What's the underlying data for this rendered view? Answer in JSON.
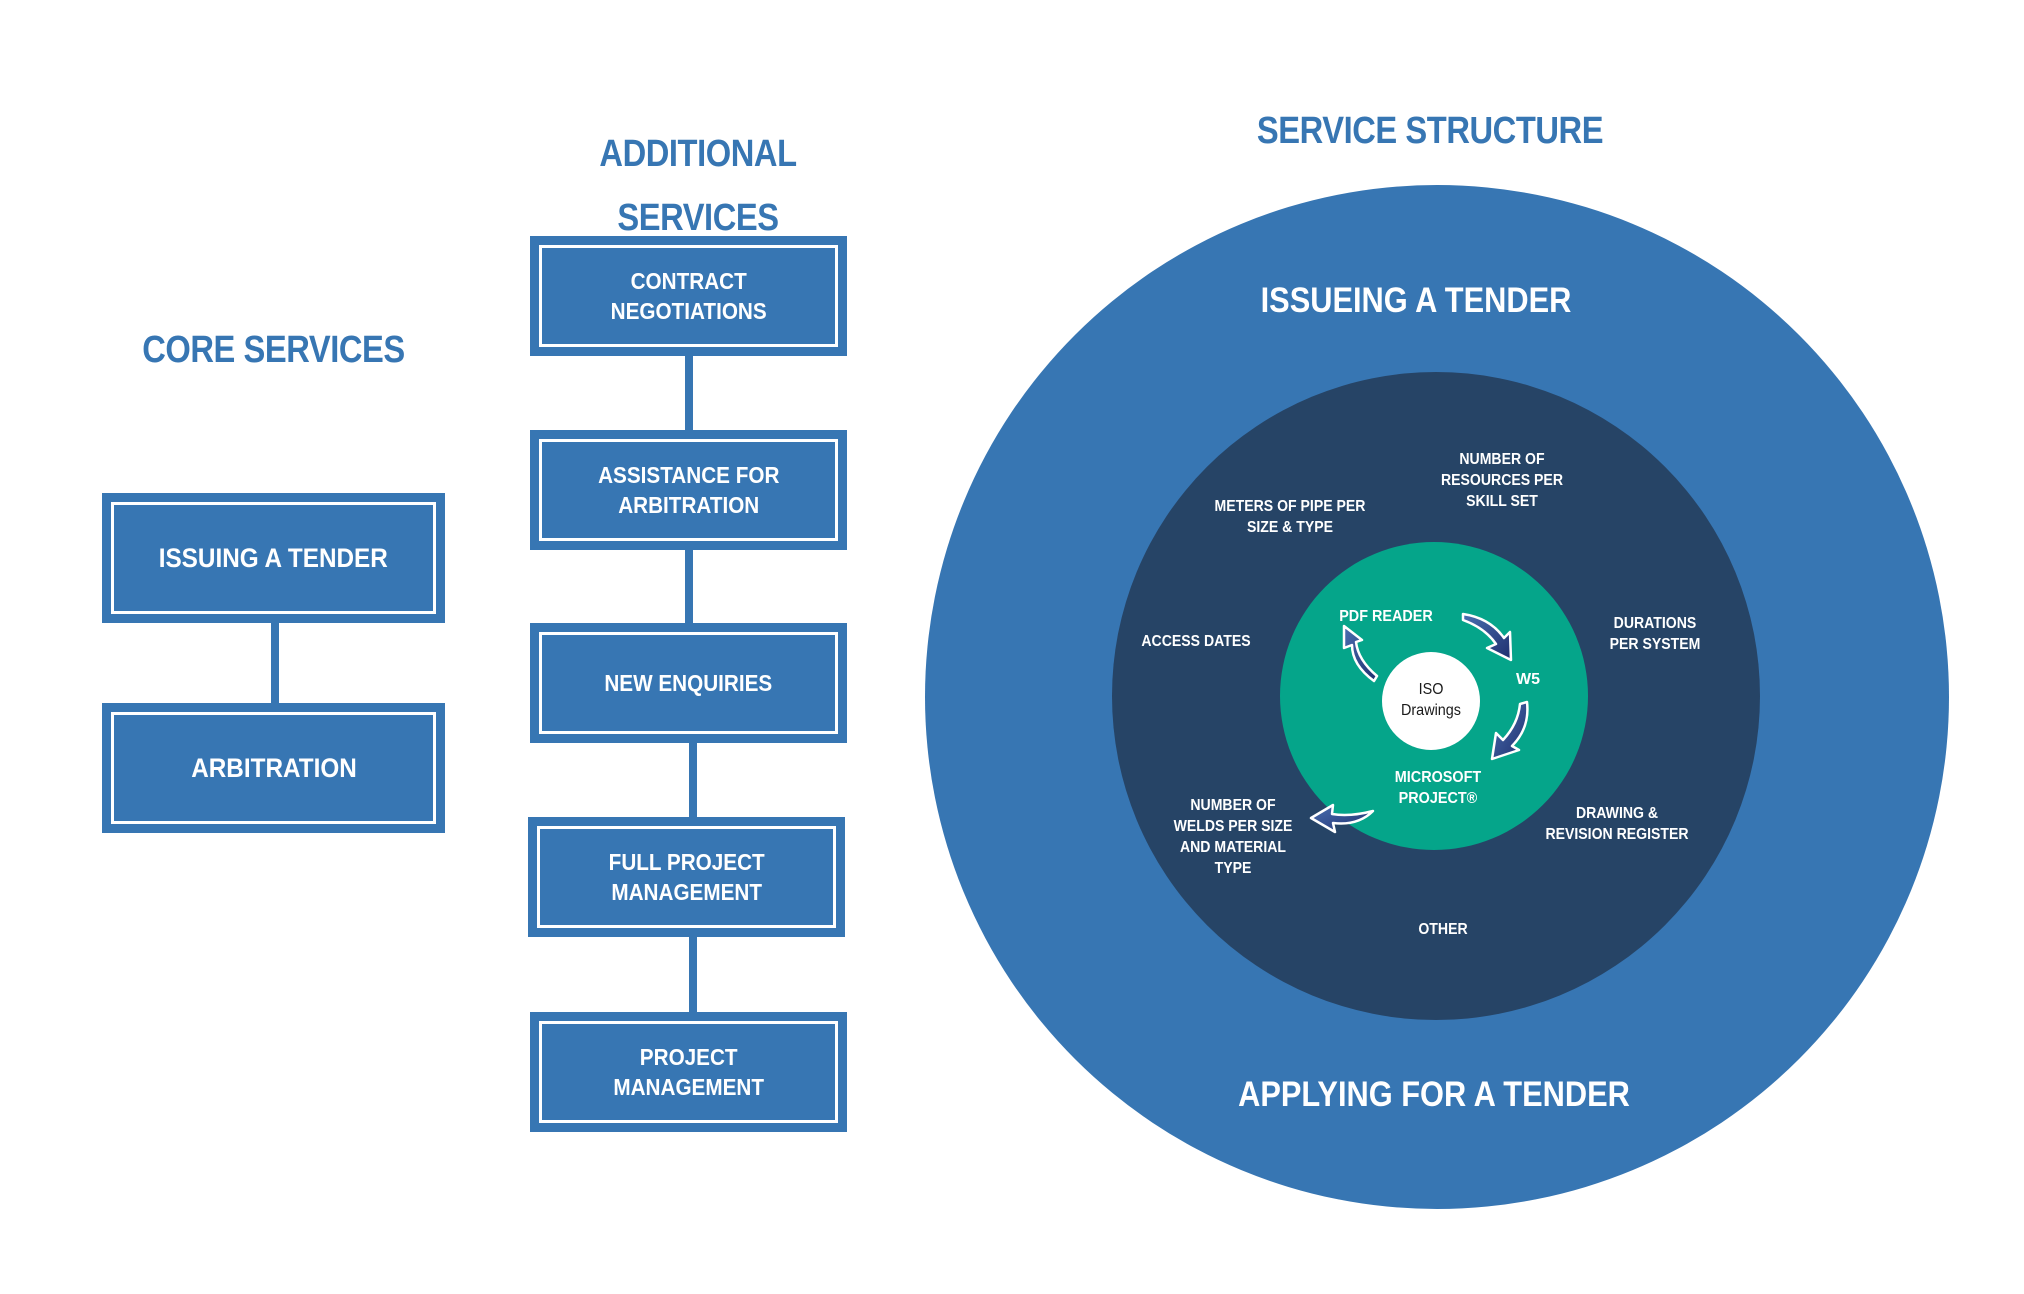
{
  "core_services": {
    "title": "CORE SERVICES",
    "boxes": [
      {
        "label": "ISSUING A TENDER"
      },
      {
        "label": "ARBITRATION"
      }
    ]
  },
  "additional_services": {
    "title_line1": "ADDITIONAL",
    "title_line2": "SERVICES",
    "boxes": [
      {
        "label": "CONTRACT\nNEGOTIATIONS"
      },
      {
        "label": "ASSISTANCE FOR\nARBITRATION"
      },
      {
        "label": "NEW ENQUIRIES"
      },
      {
        "label": "FULL PROJECT\nMANAGEMENT"
      },
      {
        "label": "PROJECT\nMANAGEMENT"
      }
    ]
  },
  "service_structure": {
    "title": "SERVICE STRUCTURE",
    "outer_ring": {
      "top_label": "ISSUEING A TENDER",
      "bottom_label": "APPLYING FOR A TENDER"
    },
    "middle_ring": {
      "items": [
        {
          "id": "resources",
          "lines": [
            "NUMBER OF",
            "RESOURCES PER",
            "SKILL SET"
          ]
        },
        {
          "id": "pipe",
          "lines": [
            "METERS OF PIPE PER",
            "SIZE & TYPE"
          ]
        },
        {
          "id": "access",
          "lines": [
            "ACCESS DATES"
          ]
        },
        {
          "id": "durations",
          "lines": [
            "DURATIONS",
            "PER SYSTEM"
          ]
        },
        {
          "id": "welds",
          "lines": [
            "NUMBER OF",
            "WELDS PER SIZE",
            "AND MATERIAL",
            "TYPE"
          ]
        },
        {
          "id": "drawing",
          "lines": [
            "DRAWING &",
            "REVISION REGISTER"
          ]
        },
        {
          "id": "other",
          "lines": [
            "OTHER"
          ]
        }
      ]
    },
    "inner_ring": {
      "items": [
        {
          "id": "pdf",
          "lines": [
            "PDF READER"
          ]
        },
        {
          "id": "w5",
          "lines": [
            "W5"
          ]
        },
        {
          "id": "msproject",
          "lines": [
            "MICROSOFT",
            "PROJECT®"
          ]
        }
      ]
    },
    "center": {
      "lines": [
        "ISO",
        "Drawings"
      ]
    }
  },
  "colors": {
    "brand_blue": "#3776b3",
    "navy": "#264466",
    "teal": "#05a58a",
    "white": "#ffffff",
    "arrow_dark": "#1f2f6e",
    "arrow_light": "#4a6fb0"
  }
}
